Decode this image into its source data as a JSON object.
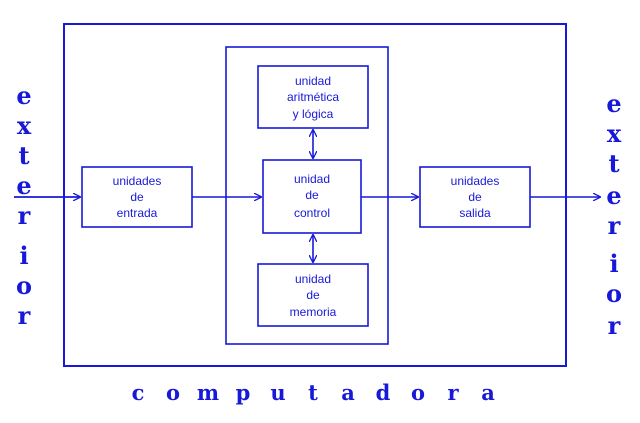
{
  "colors": {
    "ink": "#1818d8",
    "background": "#ffffff"
  },
  "exterior_left": [
    "e",
    "x",
    "t",
    "e",
    "r",
    "i",
    "o",
    "r"
  ],
  "exterior_right": [
    "e",
    "x",
    "t",
    "e",
    "r",
    "i",
    "o",
    "r"
  ],
  "computer_label": [
    "c",
    "o",
    "m",
    "p",
    "u",
    "t",
    "a",
    "d",
    "o",
    "r",
    "a"
  ],
  "boxes": {
    "entrada": [
      "unidades",
      "de",
      "entrada"
    ],
    "aritmetica": [
      "unidad",
      "aritmética",
      "y lógica"
    ],
    "control": [
      "unidad",
      "de",
      "control"
    ],
    "memoria": [
      "unidad",
      "de",
      "memoria"
    ],
    "salida": [
      "unidades",
      "de",
      "salida"
    ]
  }
}
